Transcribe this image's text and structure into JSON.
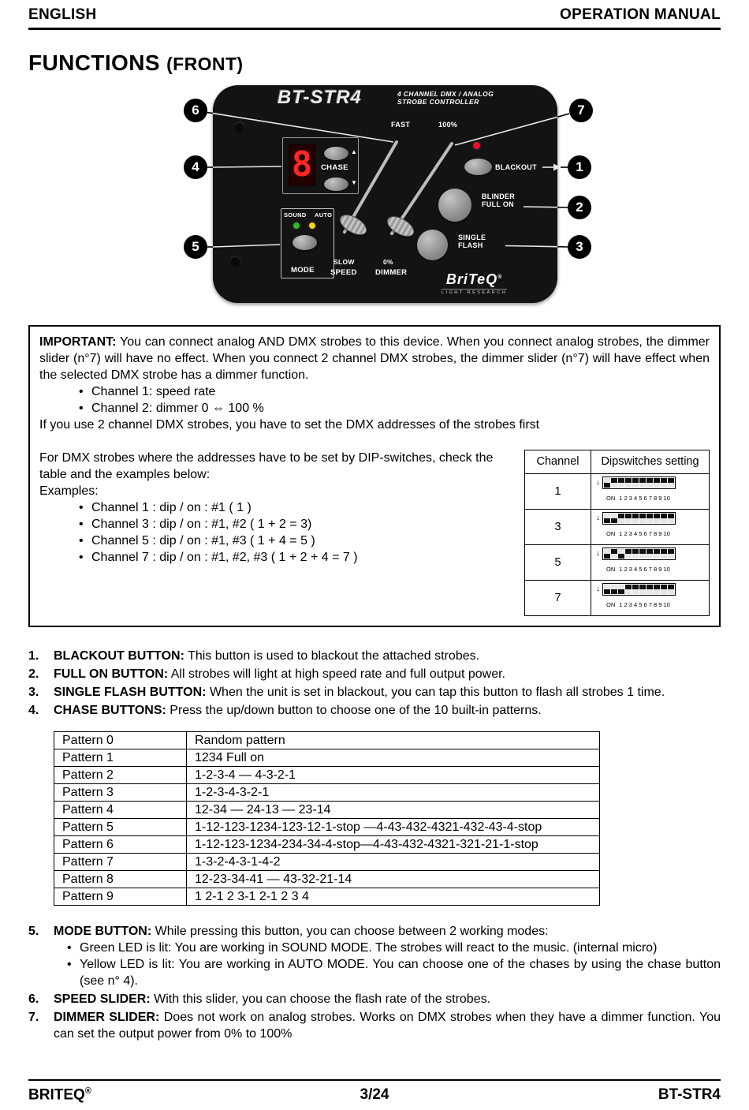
{
  "header": {
    "left": "ENGLISH",
    "right": "OPERATION MANUAL"
  },
  "title": {
    "main": "FUNCTIONS",
    "sub": "(FRONT)"
  },
  "device": {
    "model": "BT-STR4",
    "subtitle_line1": "4 CHANNEL DMX / ANALOG",
    "subtitle_line2": "STROBE CONTROLLER",
    "display_value": "8",
    "icons": {
      "up": "▲",
      "down": "▼"
    },
    "labels": {
      "fast": "FAST",
      "max": "100%",
      "chase": "CHASE",
      "blackout": "BLACKOUT",
      "blinder_line1": "BLINDER",
      "blinder_line2": "FULL ON",
      "flash_line1": "SINGLE",
      "flash_line2": "FLASH",
      "sound": "SOUND",
      "auto": "AUTO",
      "mode": "MODE",
      "slow": "SLOW",
      "speed": "SPEED",
      "min": "0%",
      "dimmer": "DIMMER"
    },
    "led_colors": {
      "power": "#e8112d",
      "sound": "#2db928",
      "auto": "#f7d117"
    },
    "logo": {
      "text": "BriTeQ",
      "reg": "®",
      "subtext": "LIGHT RESEARCH"
    },
    "callouts": {
      "c1": "1",
      "c2": "2",
      "c3": "3",
      "c4": "4",
      "c5": "5",
      "c6": "6",
      "c7": "7"
    }
  },
  "important": {
    "label": "IMPORTANT:",
    "intro": "You can connect analog AND DMX strobes to this device. When you connect analog strobes, the dimmer slider (n°7) will have no effect. When you connect 2 channel DMX strobes, the dimmer slider (n°7) will have effect when the selected DMX strobe has a dimmer function.",
    "bullets": [
      "Channel 1: speed rate",
      "Channel 2: dimmer 0 ⇔ 100 %"
    ],
    "note": "If you use 2 channel DMX strobes, you have to set the DMX addresses of the strobes first",
    "dip_intro": "For DMX strobes where the addresses have to be set by DIP-switches, check the table and the examples below:",
    "examples_label": "Examples:",
    "examples": [
      "Channel 1 : dip / on : #1 ( 1 )",
      "Channel 3 : dip / on : #1, #2 ( 1 + 2 = 3)",
      "Channel 5 : dip / on : #1, #3 ( 1 + 4 = 5 )",
      "Channel 7 : dip / on : #1, #2, #3 ( 1 + 2 + 4 = 7 )"
    ]
  },
  "dip_table": {
    "header_channel": "Channel",
    "header_setting": "Dipswitches setting",
    "arrow": "↓",
    "on_label": "ON",
    "numbers": [
      "1",
      "2",
      "3",
      "4",
      "5",
      "6",
      "7",
      "8",
      "9",
      "10"
    ],
    "rows": [
      {
        "channel": "1",
        "on": [
          1
        ]
      },
      {
        "channel": "3",
        "on": [
          1,
          2
        ]
      },
      {
        "channel": "5",
        "on": [
          1,
          3
        ]
      },
      {
        "channel": "7",
        "on": [
          1,
          2,
          3
        ]
      }
    ]
  },
  "functions": [
    {
      "num": "1.",
      "label": "BLACKOUT BUTTON:",
      "text": "This button is used to blackout the attached strobes."
    },
    {
      "num": "2.",
      "label": "FULL ON BUTTON:",
      "text": "All strobes will light at high speed rate and full output power."
    },
    {
      "num": "3.",
      "label": "SINGLE FLASH BUTTON:",
      "text": "When the unit is set in blackout, you can tap this button to flash all strobes 1 time."
    },
    {
      "num": "4.",
      "label": "CHASE BUTTONS:",
      "text": "Press the up/down button to choose one of the 10 built-in patterns."
    }
  ],
  "patterns": {
    "rows": [
      {
        "name": "Pattern 0",
        "desc": "Random pattern"
      },
      {
        "name": "Pattern 1",
        "desc": "1234 Full on"
      },
      {
        "name": "Pattern 2",
        "desc": "1-2-3-4 — 4-3-2-1"
      },
      {
        "name": "Pattern 3",
        "desc": "1-2-3-4-3-2-1"
      },
      {
        "name": "Pattern 4",
        "desc": "12-34 — 24-13 — 23-14"
      },
      {
        "name": "Pattern 5",
        "desc": "1-12-123-1234-123-12-1-stop —4-43-432-4321-432-43-4-stop"
      },
      {
        "name": "Pattern 6",
        "desc": "1-12-123-1234-234-34-4-stop—4-43-432-4321-321-21-1-stop"
      },
      {
        "name": "Pattern 7",
        "desc": "1-3-2-4-3-1-4-2"
      },
      {
        "name": "Pattern 8",
        "desc": "12-23-34-41 — 43-32-21-14"
      },
      {
        "name": "Pattern 9",
        "desc": "1 2-1 2 3-1 2-1 2 3 4"
      }
    ]
  },
  "functions2": [
    {
      "num": "5.",
      "label": "MODE BUTTON:",
      "text": "While pressing this button, you can choose between 2 working modes:",
      "bullets": [
        "Green LED is lit: You are working in SOUND MODE. The strobes will react to the music. (internal micro)",
        "Yellow LED is lit: You are working in AUTO MODE. You can choose one of the chases by using the chase button (see n° 4)."
      ]
    },
    {
      "num": "6.",
      "label": "SPEED SLIDER:",
      "text": "With this slider, you can choose the flash rate of the strobes."
    },
    {
      "num": "7.",
      "label": "DIMMER SLIDER:",
      "text": "Does not work on analog strobes. Works on DMX strobes when they have a dimmer function. You can set the output power from 0% to 100%"
    }
  ],
  "footer": {
    "left": "BRITEQ",
    "left_sup": "®",
    "center": "3/24",
    "right": "BT-STR4"
  }
}
